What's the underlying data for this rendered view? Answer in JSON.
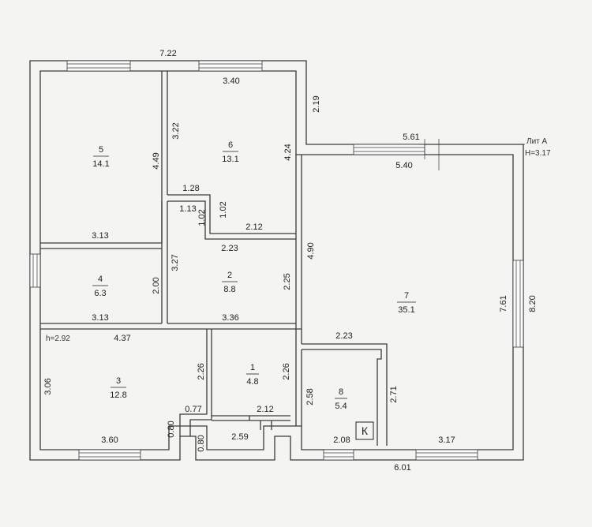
{
  "title": "Лит А",
  "height_label": "H=3.17",
  "room3_height": "h=2.92",
  "stove_label": "К",
  "rooms": [
    {
      "id": "1",
      "area": "4.8"
    },
    {
      "id": "2",
      "area": "8.8"
    },
    {
      "id": "3",
      "area": "12.8"
    },
    {
      "id": "4",
      "area": "6.3"
    },
    {
      "id": "5",
      "area": "14.1"
    },
    {
      "id": "6",
      "area": "13.1"
    },
    {
      "id": "7",
      "area": "35.1"
    },
    {
      "id": "8",
      "area": "5.4"
    }
  ],
  "dimensions": [
    "7.22",
    "3.40",
    "2.19",
    "5.61",
    "5.40",
    "3.22",
    "4.49",
    "4.24",
    "1.28",
    "1.13",
    "1.02",
    "1.02",
    "2.12",
    "3.13",
    "2.23",
    "3.27",
    "4.90",
    "2.25",
    "2.00",
    "3.13",
    "3.36",
    "7.61",
    "8.20",
    "4.37",
    "2.23",
    "2.26",
    "2.26",
    "3.06",
    "2.58",
    "2.71",
    "0.77",
    "2.12",
    "0.80",
    "2.59",
    "0.80",
    "3.60",
    "2.08",
    "3.17",
    "6.01"
  ]
}
